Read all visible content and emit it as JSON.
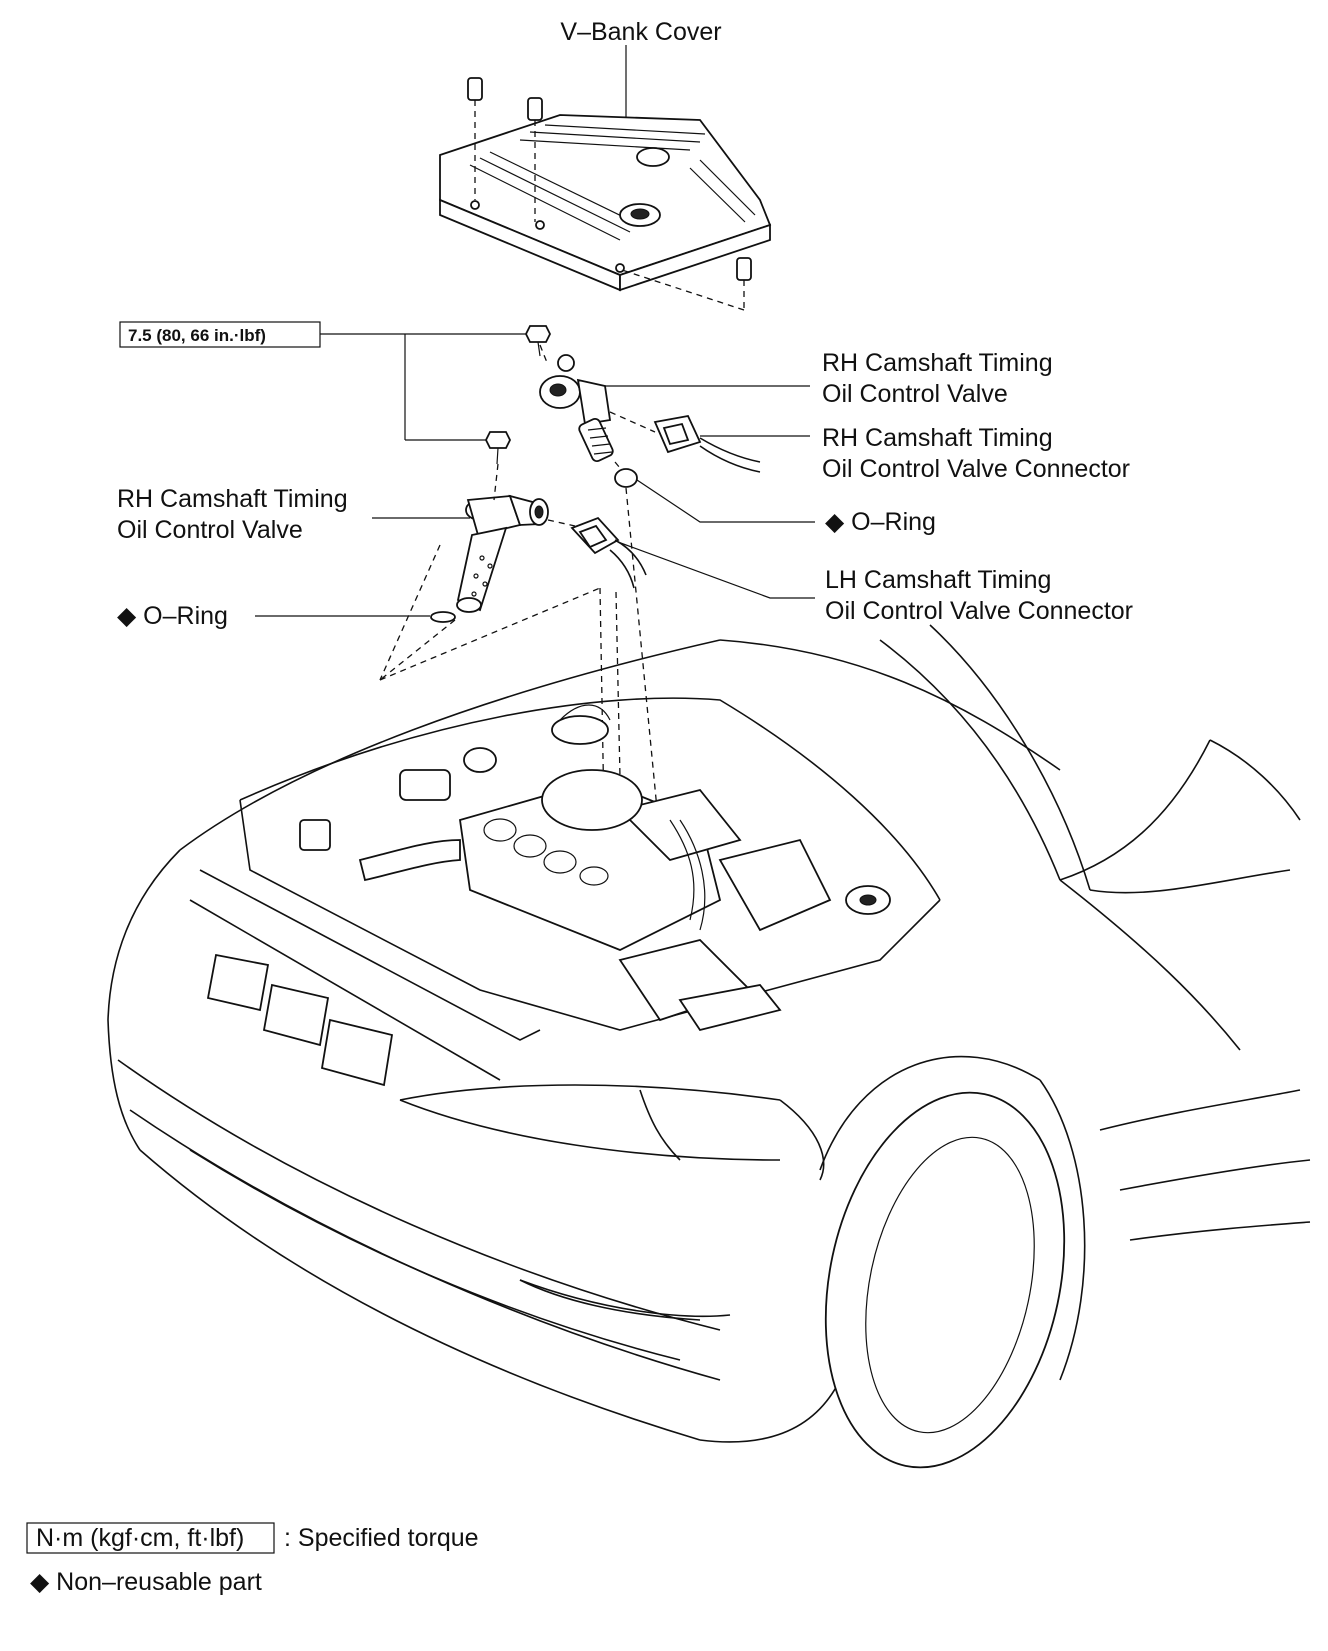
{
  "labels": {
    "vbank_cover": "V–Bank Cover",
    "torque_value": "7.5 (80, 66 in.·lbf)",
    "rh_valve_right_l1": "RH Camshaft Timing",
    "rh_valve_right_l2": "Oil Control Valve",
    "rh_connector_l1": "RH Camshaft Timing",
    "rh_connector_l2": "Oil Control Valve Connector",
    "oring_right": "◆ O–Ring",
    "rh_valve_left_l1": "RH Camshaft Timing",
    "rh_valve_left_l2": "Oil Control Valve",
    "lh_connector_l1": "LH Camshaft Timing",
    "lh_connector_l2": "Oil Control Valve Connector",
    "oring_left": "◆ O–Ring"
  },
  "legend": {
    "torque_box": "N·m (kgf·cm, ft·lbf)",
    "torque_desc": ": Specified torque",
    "nonreusable": "◆ Non–reusable part"
  }
}
